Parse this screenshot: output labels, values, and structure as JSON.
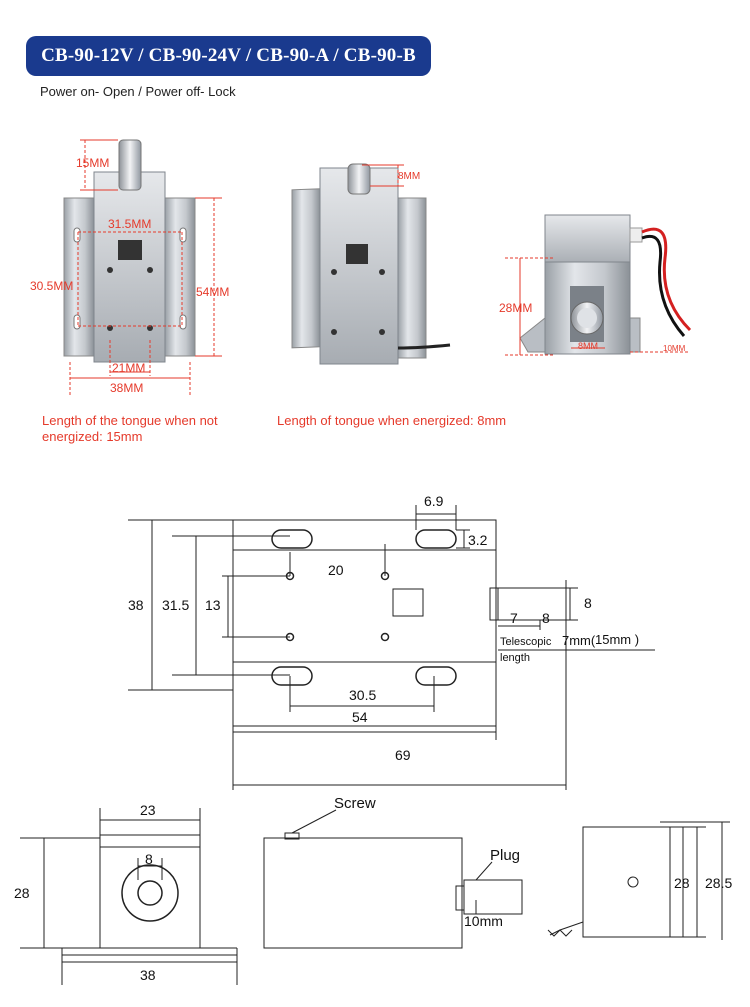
{
  "header": {
    "title": "CB-90-12V / CB-90-24V / CB-90-A / CB-90-B",
    "subtitle": "Power on- Open / Power off- Lock"
  },
  "photos": {
    "front": {
      "tongue": "15MM",
      "inner_width": "31.5MM",
      "hole_pitch_v": "30.5MM",
      "height": "54MM",
      "hole_pitch_h": "21MM",
      "width": "38MM"
    },
    "energized": {
      "tongue": "8MM"
    },
    "side": {
      "height": "28MM",
      "tongue": "8MM",
      "plug": "10MM"
    }
  },
  "notes": {
    "not_energized": "Length of the tongue when not energized: 15mm",
    "energized": "Length of tongue when energized: 8mm"
  },
  "drawing_top": {
    "slot_w": "6.9",
    "slot_h": "3.2",
    "hole_pitch_h": "20",
    "total_h": "38",
    "inner_h": "31.5",
    "hole_pitch_v": "13",
    "tongue_h": "8",
    "tongue_a": "7",
    "tongue_b": "8",
    "telescopic": "Telescopic",
    "length": "length",
    "travel": "7mm(",
    "travel_b": "15mm )",
    "slot_pitch": "30.5",
    "body_w": "54",
    "total_w": "69"
  },
  "drawing_bottom": {
    "front_w": "23",
    "bolt_d": "8",
    "front_h": "28",
    "base_w": "38",
    "screw": "Screw",
    "plug": "Plug",
    "plug_len": "10mm",
    "side_h1": "28",
    "side_h2": "28.5"
  },
  "colors": {
    "banner": "#1a3a8e",
    "note": "#e53a2b",
    "metal": "#c9cdd2"
  }
}
